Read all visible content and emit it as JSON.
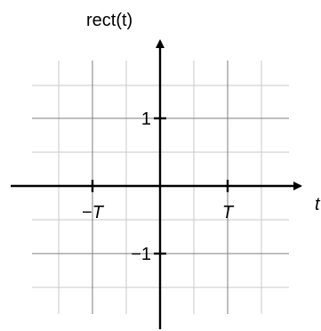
{
  "chart_data": {
    "type": "line",
    "title": "rect(t)",
    "xlabel": "t",
    "ylabel": "",
    "grid": true,
    "x_ticks": [
      {
        "value": -1,
        "label_prefix": "−",
        "label_var": "T"
      },
      {
        "value": 1,
        "label_prefix": "",
        "label_var": "T"
      }
    ],
    "y_ticks": [
      {
        "value": 1,
        "label": "1"
      },
      {
        "value": -1,
        "label": "−1"
      }
    ],
    "xlim": [
      -2,
      2
    ],
    "ylim": [
      -2,
      2
    ],
    "series": []
  }
}
